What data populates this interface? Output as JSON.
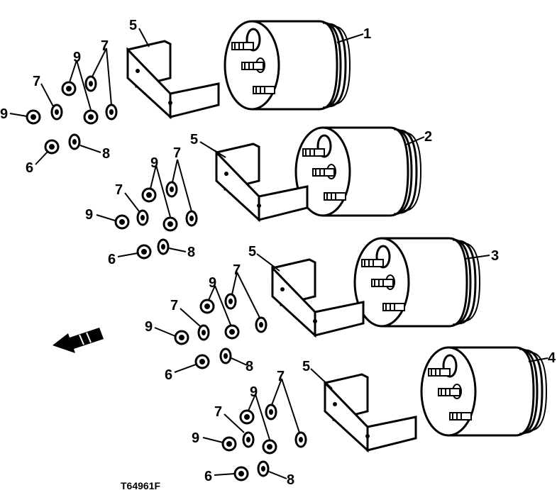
{
  "diagram": {
    "figure_code": "T64961F",
    "callouts": {
      "gauge_1": "1",
      "gauge_2": "2",
      "gauge_3": "3",
      "gauge_4": "4",
      "bracket": "5",
      "nut_6": "6",
      "washer_7": "7",
      "washer_8": "8",
      "nut_9": "9"
    }
  }
}
